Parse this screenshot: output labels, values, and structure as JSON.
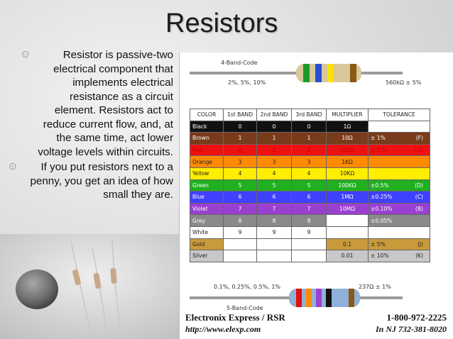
{
  "slide": {
    "title": "Resistors",
    "bullets": [
      "Resistor is passive-two electrical component that implements electrical resistance as a circuit element. Resistors act to reduce current flow, and, at the same time, act lower voltage levels within circuits.",
      "If you put resistors next to a penny, you get an idea of how small they are."
    ]
  },
  "chart": {
    "four_band_label": "4-Band-Code",
    "four_band_tol": "2%, 5%, 10%",
    "four_band_value": "560kΩ ± 5%",
    "five_band_label": "5-Band-Code",
    "five_band_tol": "0.1%, 0.25%, 0.5%, 1%",
    "five_band_value": "237Ω ± 1%",
    "headers": [
      "COLOR",
      "1st BAND",
      "2nd BAND",
      "3rd BAND",
      "MULTIPLIER",
      "TOLERANCE"
    ],
    "rows": [
      {
        "color": "Black",
        "bg": "#111111",
        "fg": "#ffffff",
        "b1": "0",
        "b2": "0",
        "b3": "0",
        "mult": "1Ω",
        "tol": "",
        "tolcode": ""
      },
      {
        "color": "Brown",
        "bg": "#7a3b1a",
        "fg": "#ffffff",
        "b1": "1",
        "b2": "1",
        "b3": "1",
        "mult": "10Ω",
        "tol": "±  1%",
        "tolcode": "(F)"
      },
      {
        "color": "Red",
        "bg": "#ee1111",
        "fg": "#cc0000",
        "b1": "2",
        "b2": "2",
        "b3": "2",
        "mult": "100Ω",
        "tol": "±  2%",
        "tolcode": "(G)"
      },
      {
        "color": "Orange",
        "bg": "#ff8a00",
        "fg": "#222222",
        "b1": "3",
        "b2": "3",
        "b3": "3",
        "mult": "1KΩ",
        "tol": "",
        "tolcode": ""
      },
      {
        "color": "Yellow",
        "bg": "#ffee00",
        "fg": "#222222",
        "b1": "4",
        "b2": "4",
        "b3": "4",
        "mult": "10KΩ",
        "tol": "",
        "tolcode": ""
      },
      {
        "color": "Green",
        "bg": "#20b020",
        "fg": "#ffffff",
        "b1": "5",
        "b2": "5",
        "b3": "5",
        "mult": "100KΩ",
        "tol": "±0.5%",
        "tolcode": "(D)"
      },
      {
        "color": "Blue",
        "bg": "#4040ff",
        "fg": "#ffffff",
        "b1": "6",
        "b2": "6",
        "b3": "6",
        "mult": "1MΩ",
        "tol": "±0.25%",
        "tolcode": "(C)"
      },
      {
        "color": "Violet",
        "bg": "#9a40d0",
        "fg": "#ffffff",
        "b1": "7",
        "b2": "7",
        "b3": "7",
        "mult": "10MΩ",
        "tol": "±0.10%",
        "tolcode": "(B)"
      },
      {
        "color": "Grey",
        "bg": "#8a8a8a",
        "fg": "#ffffff",
        "b1": "8",
        "b2": "8",
        "b3": "8",
        "mult": "",
        "tol": "±0.05%",
        "tolcode": ""
      },
      {
        "color": "White",
        "bg": "#ffffff",
        "fg": "#222222",
        "b1": "9",
        "b2": "9",
        "b3": "9",
        "mult": "",
        "tol": "",
        "tolcode": ""
      },
      {
        "color": "Gold",
        "bg": "#c89a3a",
        "fg": "#222222",
        "b1": "",
        "b2": "",
        "b3": "",
        "mult": "0.1",
        "tol": "±  5%",
        "tolcode": "(J)"
      },
      {
        "color": "Silver",
        "bg": "#c8c8c8",
        "fg": "#222222",
        "b1": "",
        "b2": "",
        "b3": "",
        "mult": "0.01",
        "tol": "±  10%",
        "tolcode": "(K)"
      }
    ],
    "footer": {
      "company": "Electronix Express / RSR",
      "url": "http://www.elexp.com",
      "phone": "1-800-972-2225",
      "nj": "In NJ 732-381-8020"
    }
  }
}
